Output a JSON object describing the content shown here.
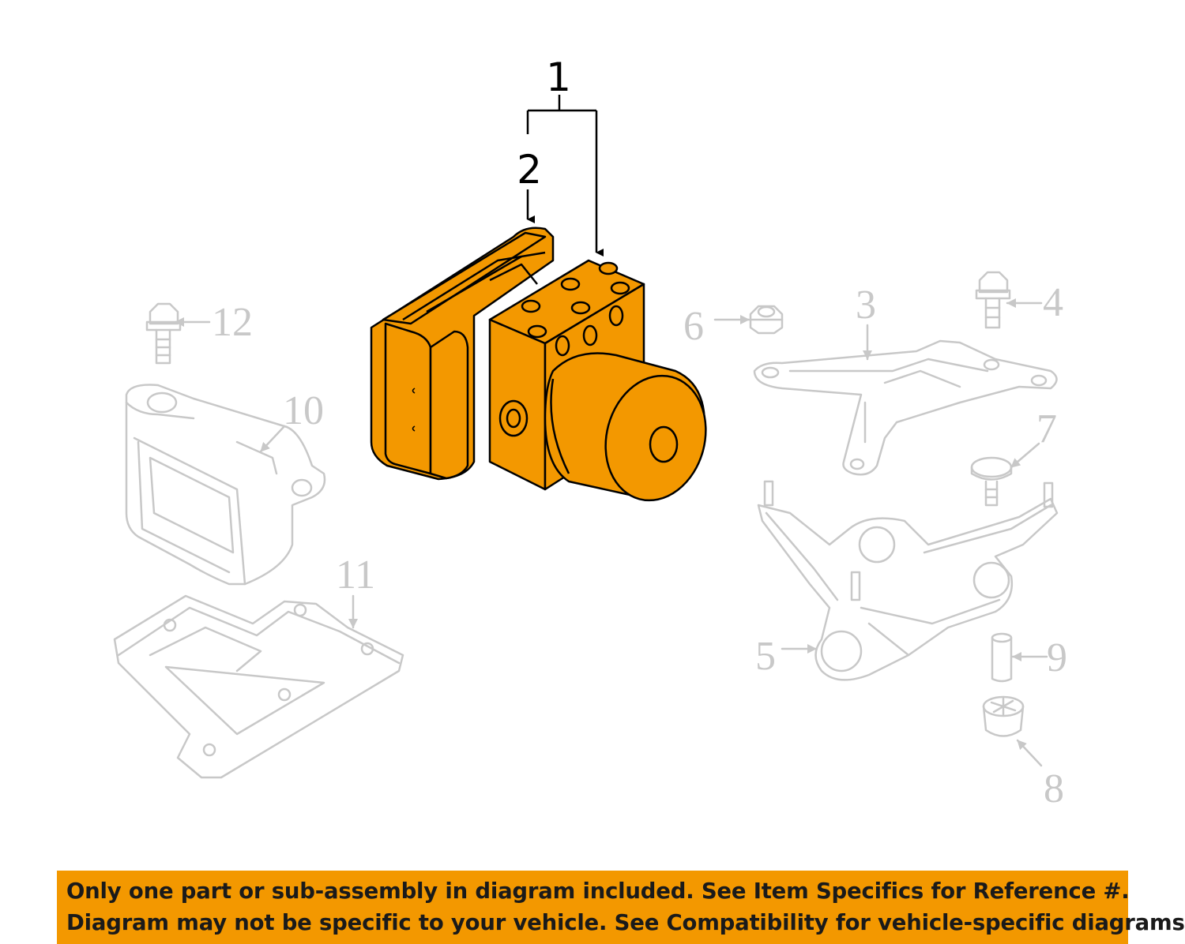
{
  "colors": {
    "highlight_fill": "#f39800",
    "ghost_line": "#c8c8c8",
    "outline": "#000000",
    "banner_bg": "#f39800"
  },
  "callouts": {
    "c1": "1",
    "c2": "2",
    "c3": "3",
    "c4": "4",
    "c5": "5",
    "c6": "6",
    "c7": "7",
    "c8": "8",
    "c9": "9",
    "c10": "10",
    "c11": "11",
    "c12": "12"
  },
  "disclaimer": {
    "line1": "Only one part or sub-assembly in diagram included. See Item Specifics for Reference #.",
    "line2": "Diagram may not be specific to your vehicle. See Compatibility for vehicle-specific diagrams."
  }
}
